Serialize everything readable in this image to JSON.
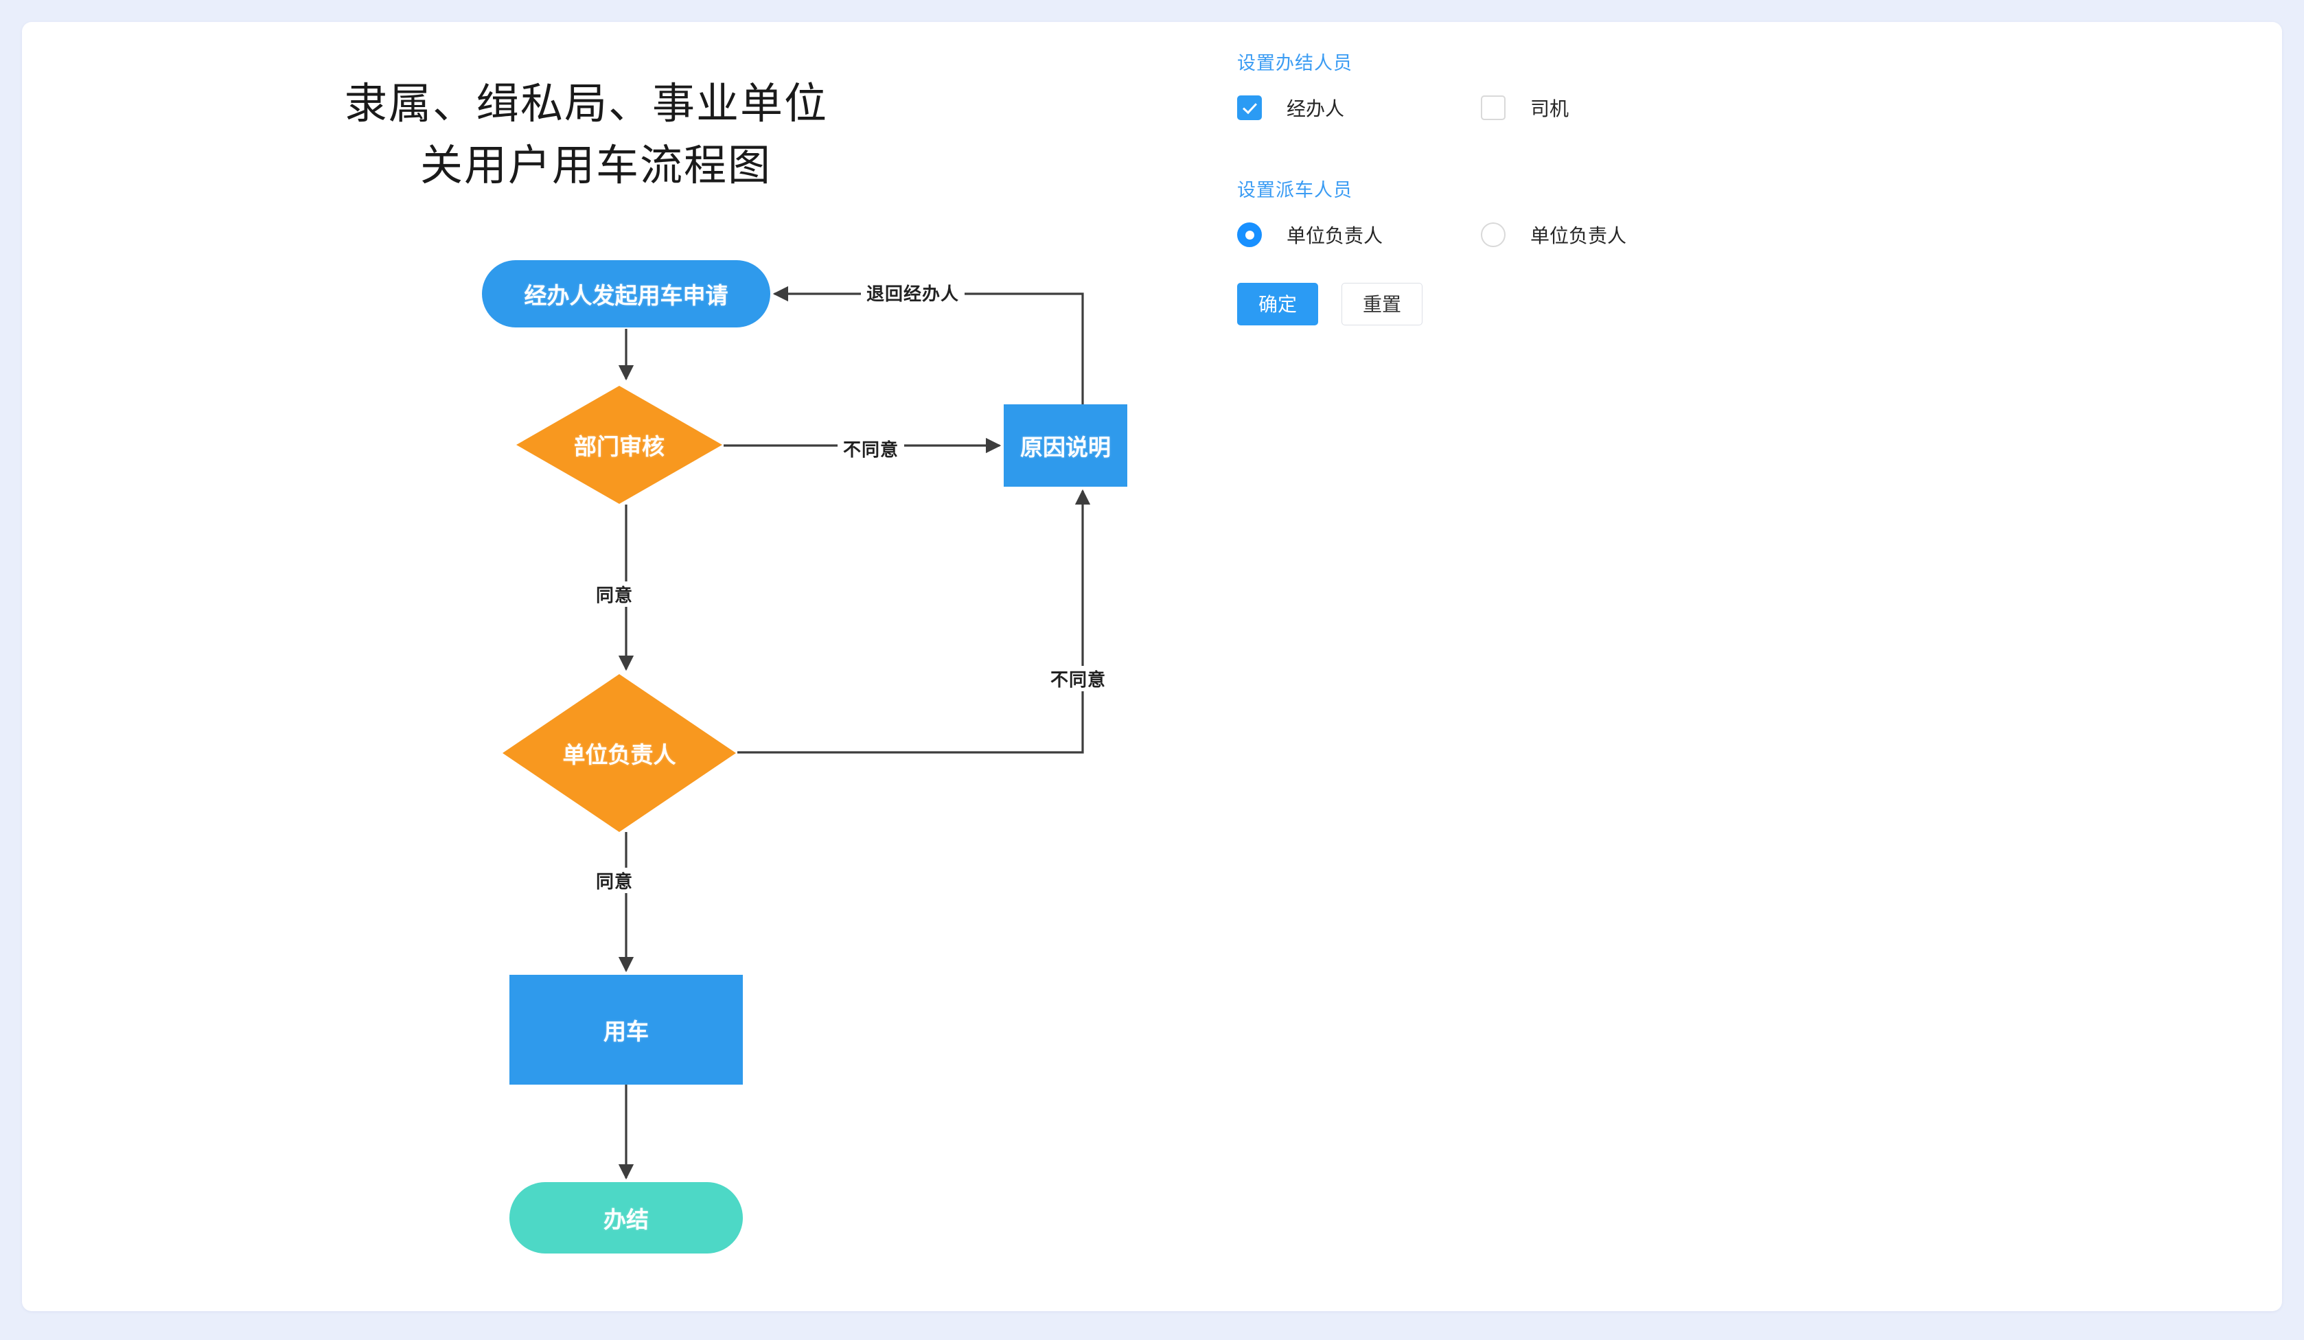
{
  "page": {
    "background": "#e9eefb",
    "card_background": "#ffffff"
  },
  "flowchart": {
    "title_line1": "隶属、缉私局、事业单位",
    "title_line2": "关用户用车流程图",
    "colors": {
      "blue": "#2f9aec",
      "orange": "#f8981f",
      "teal": "#4dd8c6",
      "line": "#3d3d3d"
    },
    "nodes": [
      {
        "id": "start",
        "label": "经办人发起用车申请",
        "shape": "pill",
        "color": "#2f9aec"
      },
      {
        "id": "dept",
        "label": "部门审核",
        "shape": "diamond",
        "color": "#f8981f"
      },
      {
        "id": "reason",
        "label": "原因说明",
        "shape": "rectangle",
        "color": "#2f9aec"
      },
      {
        "id": "unit",
        "label": "单位负责人",
        "shape": "diamond",
        "color": "#f8981f"
      },
      {
        "id": "usecar",
        "label": "用车",
        "shape": "rectangle",
        "color": "#2f9aec"
      },
      {
        "id": "end",
        "label": "办结",
        "shape": "pill",
        "color": "#4dd8c6"
      }
    ],
    "edges": [
      {
        "id": "e1",
        "from": "start",
        "to": "dept",
        "label": ""
      },
      {
        "id": "e2",
        "from": "dept",
        "to": "reason",
        "label": "不同意"
      },
      {
        "id": "e3",
        "from": "dept",
        "to": "unit",
        "label": "同意"
      },
      {
        "id": "e4",
        "from": "reason",
        "to": "start",
        "label": "退回经办人"
      },
      {
        "id": "e5",
        "from": "unit",
        "to": "reason",
        "label": "不同意"
      },
      {
        "id": "e6",
        "from": "unit",
        "to": "usecar",
        "label": "同意"
      },
      {
        "id": "e7",
        "from": "usecar",
        "to": "end",
        "label": ""
      }
    ]
  },
  "settings": {
    "section_finish": {
      "title": "设置办结人员",
      "options": [
        {
          "label": "经办人",
          "checked": true
        },
        {
          "label": "司机",
          "checked": false
        }
      ]
    },
    "section_dispatch": {
      "title": "设置派车人员",
      "options": [
        {
          "label": "单位负责人",
          "selected": true
        },
        {
          "label": "单位负责人",
          "selected": false
        }
      ]
    },
    "buttons": {
      "confirm": "确定",
      "reset": "重置"
    },
    "accent_color": "#2b9bf4",
    "title_color": "#3b9cf3"
  }
}
